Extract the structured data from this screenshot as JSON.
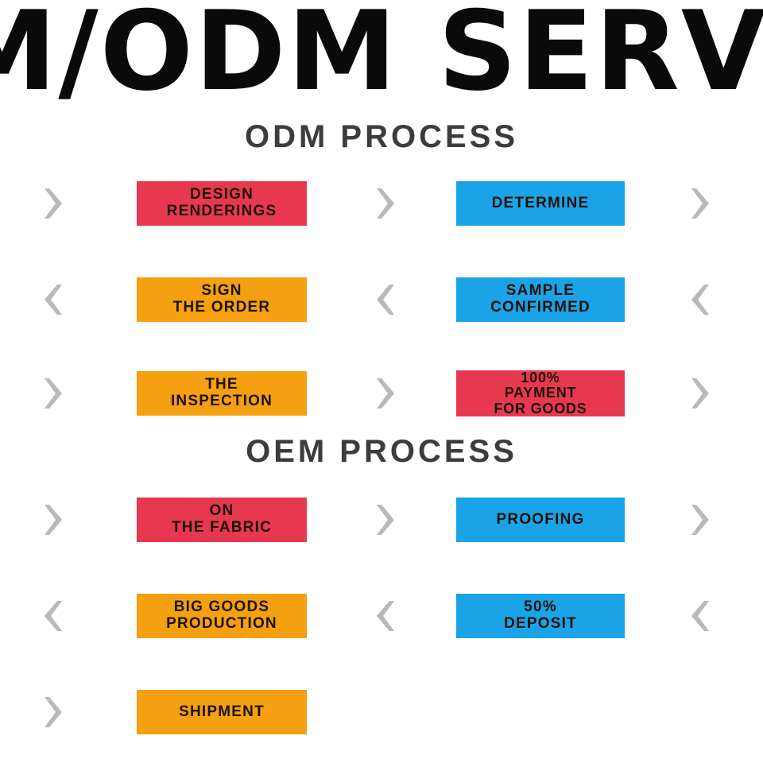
{
  "title": {
    "text": "EM/ODM SERVIC",
    "note_full": "OEM/ODM SERVICE"
  },
  "colors": {
    "red": "#e8384f",
    "orange": "#f5a010",
    "blue": "#1ba3e8",
    "chevron_gray": "#b9b9b9",
    "header_text": "#3c3c3c",
    "box_text": "#1c1208",
    "background": "#ffffff"
  },
  "sections": [
    {
      "id": "odm",
      "header": "ODM PROCESS",
      "rows": [
        {
          "direction": "right",
          "left_box": {
            "color": "red",
            "lines": [
              "DESIGN",
              "RENDERINGS"
            ]
          },
          "right_box": {
            "color": "blue",
            "lines": [
              "DETERMINE"
            ]
          },
          "chevrons": [
            "far-left",
            "mid",
            "far-right"
          ]
        },
        {
          "direction": "left",
          "left_box": {
            "color": "orange",
            "lines": [
              "SIGN",
              "THE ORDER"
            ]
          },
          "right_box": {
            "color": "blue",
            "lines": [
              "SAMPLE",
              "CONFIRMED"
            ]
          },
          "chevrons": [
            "far-left",
            "mid",
            "far-right"
          ]
        },
        {
          "direction": "right",
          "left_box": {
            "color": "orange",
            "lines": [
              "THE",
              "INSPECTION"
            ]
          },
          "right_box": {
            "color": "red",
            "lines": [
              "100%",
              "PAYMENT",
              "FOR GOODS"
            ]
          },
          "chevrons": [
            "far-left",
            "mid",
            "far-right"
          ]
        }
      ]
    },
    {
      "id": "oem",
      "header": "OEM PROCESS",
      "rows": [
        {
          "direction": "right",
          "left_box": {
            "color": "red",
            "lines": [
              "ON",
              "THE FABRIC"
            ]
          },
          "right_box": {
            "color": "blue",
            "lines": [
              "PROOFING"
            ]
          },
          "chevrons": [
            "far-left",
            "mid",
            "far-right"
          ]
        },
        {
          "direction": "left",
          "left_box": {
            "color": "orange",
            "lines": [
              "BIG GOODS",
              "PRODUCTION"
            ]
          },
          "right_box": {
            "color": "blue",
            "lines": [
              "50%",
              "DEPOSIT"
            ]
          },
          "chevrons": [
            "far-left",
            "mid",
            "far-right"
          ]
        },
        {
          "direction": "right",
          "left_box": {
            "color": "orange",
            "lines": [
              "SHIPMENT"
            ]
          },
          "right_box": null,
          "chevrons": [
            "far-left"
          ]
        }
      ]
    }
  ],
  "row_positions": {
    "odm": [
      216,
      337,
      455
    ],
    "oem": [
      614,
      735,
      856
    ]
  },
  "icons": {
    "chevron_right": "chevron-right-icon",
    "chevron_left": "chevron-left-icon"
  }
}
